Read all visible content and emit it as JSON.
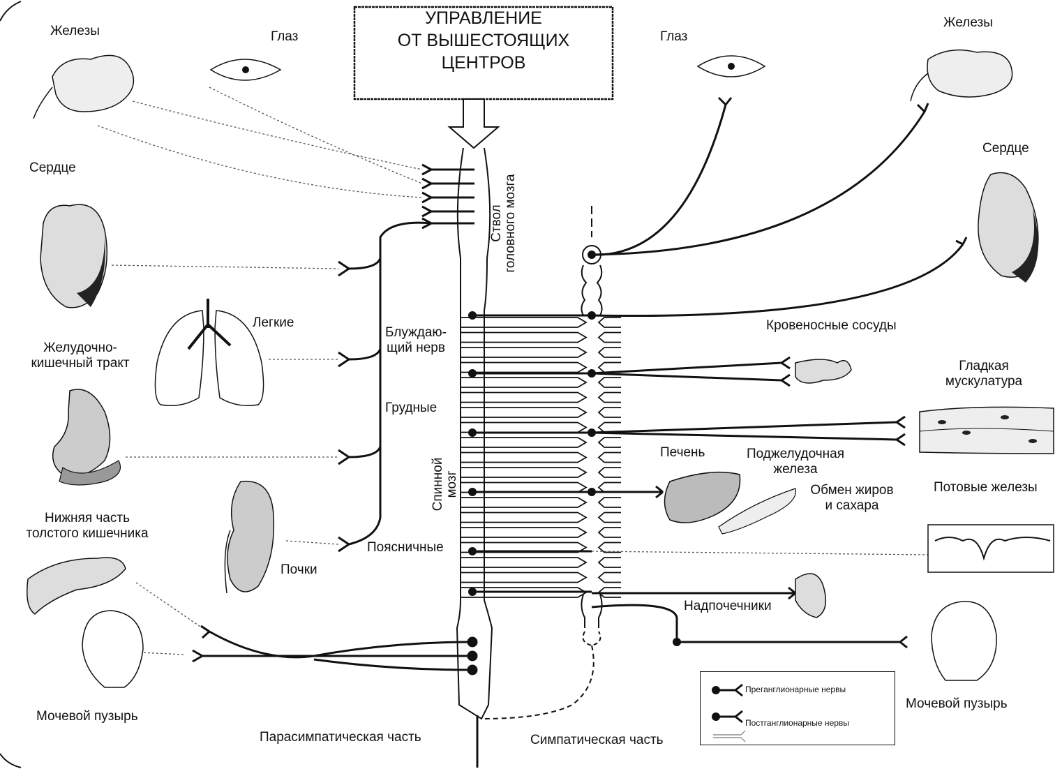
{
  "header_box": {
    "line1": "УПРАВЛЕНИЕ",
    "line2": "ОТ ВЫШЕСТОЯЩИХ",
    "line3": "ЦЕНТРОВ"
  },
  "left_organs": {
    "glands": "Железы",
    "eye": "Глаз",
    "heart": "Сердце",
    "lungs": "Легкие",
    "gi_line1": "Желудочно-",
    "gi_line2": "кишечный тракт",
    "colon_line1": "Нижняя часть",
    "colon_line2": "толстого кишечника",
    "kidneys": "Почки",
    "bladder": "Мочевой пузырь"
  },
  "right_organs": {
    "eye": "Глаз",
    "glands": "Железы",
    "heart": "Сердце",
    "vessels": "Кровеносные сосуды",
    "smooth_line1": "Гладкая",
    "smooth_line2": "мускулатура",
    "liver": "Печень",
    "pancreas_line1": "Поджелудочная",
    "pancreas_line2": "железа",
    "metab_line1": "Обмен жиров",
    "metab_line2": "и сахара",
    "sweat": "Потовые железы",
    "adrenal": "Надпочечники",
    "bladder": "Мочевой пузырь"
  },
  "cns": {
    "brainstem_line1": "Ствол",
    "brainstem_line2": "головного мозга",
    "vagus_line1": "Блуждаю-",
    "vagus_line2": "щий нерв",
    "thoracic": "Грудные",
    "spinal_line1": "Спинной",
    "spinal_line2": "мозг",
    "lumbar": "Поясничные"
  },
  "footer": {
    "parasympathetic": "Парасимпатическая часть",
    "sympathetic": "Симпатическая часть"
  },
  "legend": {
    "pre": "Преганглионарные нервы",
    "post": "Постганглионарные нервы"
  }
}
